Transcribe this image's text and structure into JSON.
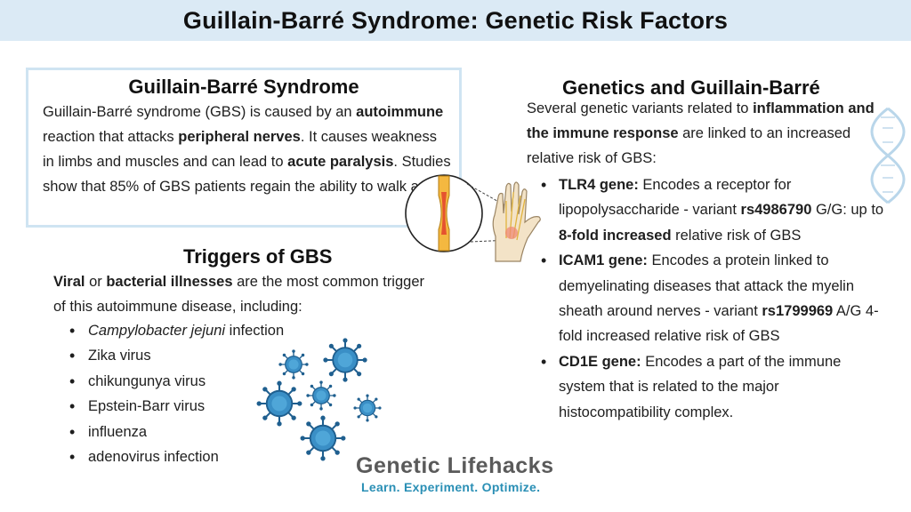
{
  "title": "Guillain-Barré Syndrome: Genetic Risk Factors",
  "gbs_box": {
    "heading": "Guillain-Barré Syndrome",
    "t1": "Guillain-Barré syndrome (GBS) is caused by an ",
    "b1": "autoimmune",
    "t2": " reaction that attacks ",
    "b2": "peripheral nerves",
    "t3": ". It causes weakness in limbs and muscles and can lead to ",
    "b3": "acute paralysis",
    "t4": ". Studies show that 85% of GBS patients regain the ability to walk again."
  },
  "triggers": {
    "heading": "Triggers of GBS",
    "b1": "Viral",
    "t1": " or ",
    "b2": "bacterial illnesses",
    "t2": " are the most common trigger of this autoimmune disease, including:",
    "item1_italic": "Campylobacter jejuni",
    "item1_rest": " infection",
    "item2": "Zika virus",
    "item3": "chikungunya virus",
    "item4": "Epstein-Barr virus",
    "item5": "influenza",
    "item6": "adenovirus infection"
  },
  "genetics": {
    "heading": "Genetics and Guillain-Barré",
    "t1": "Several genetic variants related to ",
    "b1": "inflammation and the immune response",
    "t2": " are linked to an increased relative risk of GBS:",
    "tlr4_label": "TLR4 gene:",
    "tlr4_t1": " Encodes a receptor for lipopolysaccharide - variant ",
    "tlr4_variant": "rs4986790",
    "tlr4_t2": " G/G: up to ",
    "tlr4_risk": "8-fold increased",
    "tlr4_t3": " relative risk of GBS",
    "icam1_label": "ICAM1 gene:",
    "icam1_t1": " Encodes a protein linked to demyelinating diseases that attack the myelin sheath around nerves - variant ",
    "icam1_variant": "rs1799969",
    "icam1_t2": " A/G 4-fold increased relative risk of GBS",
    "cd1e_label": "CD1E gene:",
    "cd1e_t1": " Encodes a part of the immune system that is related to the major histocompatibility complex."
  },
  "logo": {
    "name": "Genetic Lifehacks",
    "tagline": "Learn. Experiment. Optimize."
  },
  "colors": {
    "banner": "#dbeaf5",
    "box_border": "#cfe4f2",
    "virus": "#3a8fc6",
    "virus_dark": "#1f5f8f",
    "logo_gray": "#5a5a5a",
    "logo_blue": "#2a8fb5",
    "nerve_yellow": "#f4b840",
    "nerve_red": "#e5532f"
  },
  "icons": [
    "virus-icon",
    "nerve-zoom-illustration",
    "hand-illustration",
    "dna-helix-icon"
  ]
}
